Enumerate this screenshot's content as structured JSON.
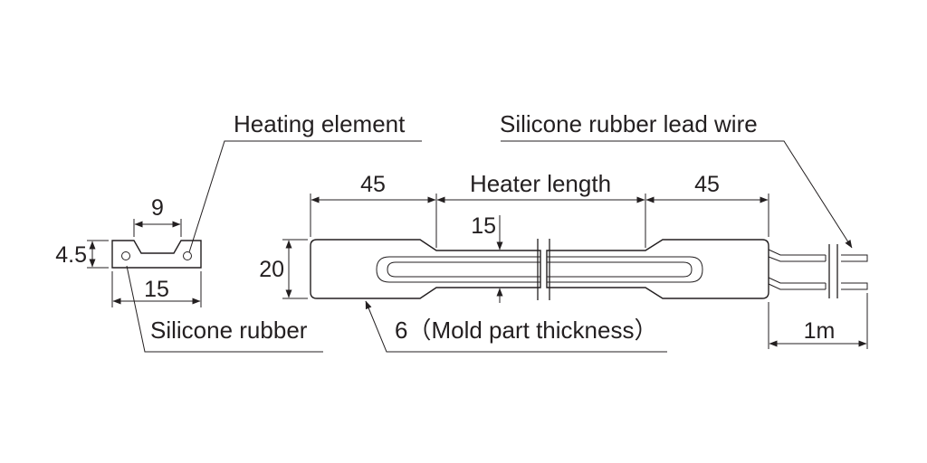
{
  "labels": {
    "heating_element": "Heating element",
    "silicone_rubber_lead_wire": "Silicone rubber lead wire",
    "silicone_rubber": "Silicone rubber",
    "mold_thickness": "6（Mold part thickness）",
    "heater_length": "Heater length"
  },
  "dimensions": {
    "cross_section_gap": "9",
    "cross_section_height": "4.5",
    "cross_section_width": "15",
    "left_end": "45",
    "right_end": "45",
    "heater_width": "20",
    "element_width": "15",
    "lead_length": "1m"
  },
  "colors": {
    "line": "#231f20",
    "background": "#ffffff"
  }
}
